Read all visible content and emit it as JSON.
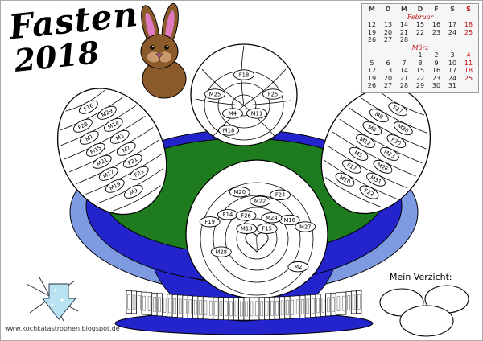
{
  "title": {
    "line1": "Fasten",
    "line2": "2018"
  },
  "calendar": {
    "weekday_header": [
      "M",
      "D",
      "M",
      "D",
      "F",
      "S",
      "S"
    ],
    "months": [
      {
        "name": "Februar",
        "rows": [
          [
            "12",
            "13",
            "14",
            "15",
            "16",
            "17",
            "18"
          ],
          [
            "19",
            "20",
            "21",
            "22",
            "23",
            "24",
            "25"
          ],
          [
            "26",
            "27",
            "28",
            "",
            "",
            "",
            ""
          ]
        ]
      },
      {
        "name": "März",
        "rows": [
          [
            "",
            "",
            "",
            "1",
            "2",
            "3",
            "4"
          ],
          [
            "5",
            "6",
            "7",
            "8",
            "9",
            "10",
            "11"
          ],
          [
            "12",
            "13",
            "14",
            "15",
            "16",
            "17",
            "18"
          ],
          [
            "19",
            "20",
            "21",
            "22",
            "23",
            "24",
            "25"
          ],
          [
            "26",
            "27",
            "28",
            "29",
            "30",
            "31",
            ""
          ]
        ]
      }
    ]
  },
  "eggs": {
    "web": {
      "labels": [
        "F18",
        "M25",
        "F25",
        "M4",
        "M11",
        "M18"
      ]
    },
    "left": {
      "rows": [
        [
          "F16"
        ],
        [
          "F28",
          "M29"
        ],
        [
          "M1",
          "M14"
        ],
        [
          "M15",
          "M3"
        ],
        [
          "M21",
          "M7"
        ],
        [
          "M17",
          "F21"
        ],
        [
          "M19",
          "F23"
        ],
        [
          "M9"
        ]
      ]
    },
    "right": {
      "rows": [
        [
          "F27"
        ],
        [
          "M8",
          "M30"
        ],
        [
          "M6",
          "F20"
        ],
        [
          "M12",
          "M23"
        ],
        [
          "M5",
          "M26"
        ],
        [
          "F17",
          "M31"
        ],
        [
          "M10",
          "F22"
        ]
      ]
    },
    "bottom": {
      "rings": [
        [
          "F19",
          "M20",
          "F24",
          "M27",
          "M2"
        ],
        [
          "F14",
          "M22",
          "M16",
          "M28"
        ],
        [
          "F26",
          "M24"
        ],
        [
          "M13",
          "F15"
        ]
      ]
    }
  },
  "strip": {
    "cell_count": 46
  },
  "verzicht": {
    "label": "Mein Verzicht:"
  },
  "footer": {
    "url": "www.kochkatastrophen.blogspot.de"
  },
  "colors": {
    "bowl_blue": "#2424cc",
    "plate_blue": "#7d9ae2",
    "grass_green": "#1e7b1e",
    "sunday_red": "#bb1111",
    "bunny_brown": "#8a5a2a",
    "ear_pink": "#e07ac0"
  }
}
